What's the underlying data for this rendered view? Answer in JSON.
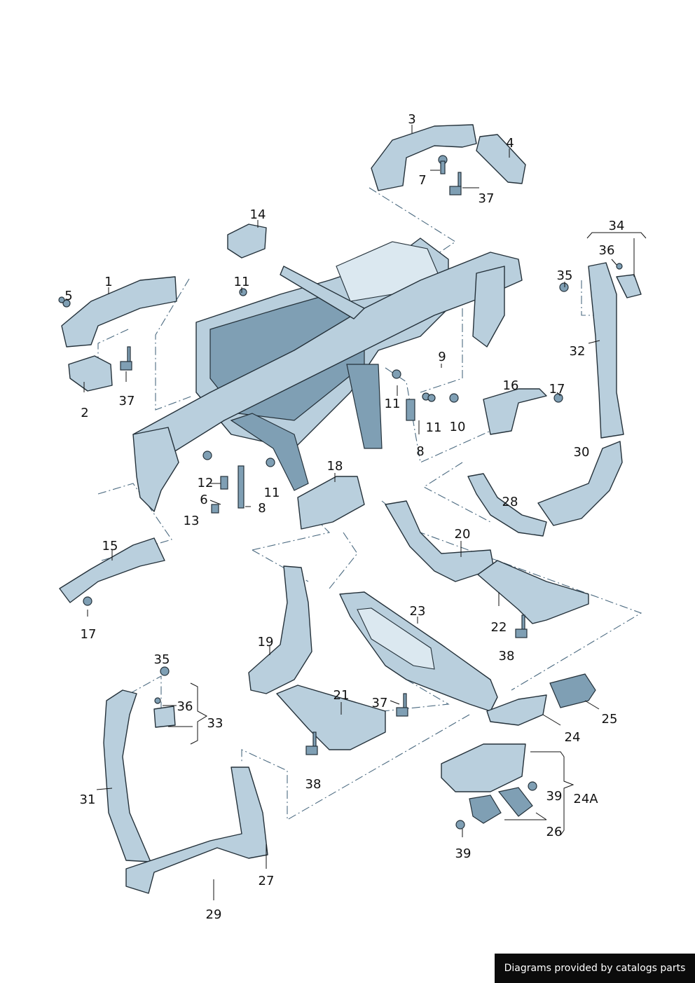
{
  "watermark": "Diagrams provided by catalogs parts",
  "callouts": [
    "3",
    "4",
    "7",
    "37",
    "14",
    "34",
    "36",
    "35",
    "1",
    "5",
    "11",
    "32",
    "9",
    "16",
    "17",
    "2",
    "37",
    "11",
    "11",
    "10",
    "8",
    "30",
    "18",
    "12",
    "11",
    "28",
    "6",
    "8",
    "13",
    "15",
    "20",
    "17",
    "23",
    "22",
    "19",
    "38",
    "35",
    "36",
    "33",
    "21",
    "37",
    "25",
    "24",
    "38",
    "31",
    "39",
    "24A",
    "26",
    "27",
    "39",
    "29"
  ]
}
